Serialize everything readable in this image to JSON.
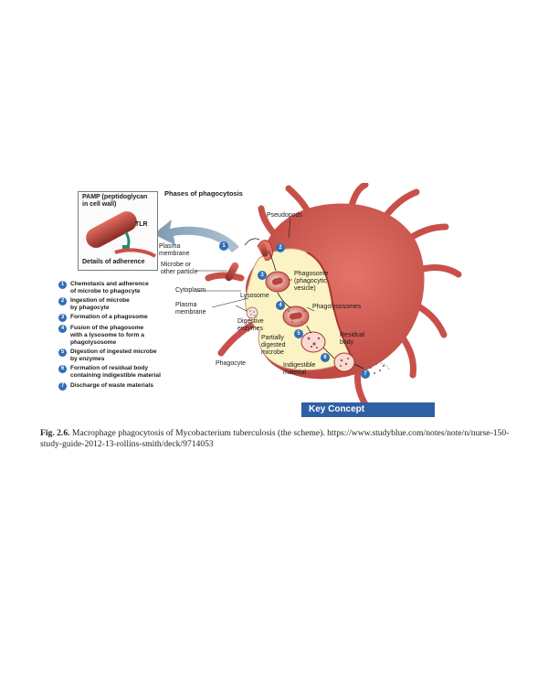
{
  "figure": {
    "title": "Phases of phagocytosis",
    "labels": {
      "pamp": "PAMP (peptidoglycan\nin cell wall)",
      "tlr": "TLR",
      "details": "Details of adherence",
      "plasma_membrane_top": "Plasma\nmembrane",
      "microbe": "Microbe or\nother particle",
      "cytoplasm": "Cytoplasm",
      "plasma_membrane": "Plasma\nmembrane",
      "lysosome": "Lysosome",
      "pseudopods": "Pseudopods",
      "phagosome": "Phagosome\n(phagocytic\nvesicle)",
      "phagolysosomes": "Phagolysosomes",
      "digestive_enzymes": "Digestive\nenzymes",
      "partially_digested": "Partially\ndigested\nmicrobe",
      "residual_body": "Residual\nbody",
      "indigestible": "Indigestible\nmaterial",
      "phagocyte": "Phagocyte"
    },
    "steps": [
      {
        "num": "1",
        "text": "Chemotaxis and adherence\nof microbe to phagocyte"
      },
      {
        "num": "2",
        "text": "Ingestion of microbe\nby phagocyte"
      },
      {
        "num": "3",
        "text": "Formation of a phagosome"
      },
      {
        "num": "4",
        "text": "Fusion of the phagosome\nwith a lysosome to form a\nphagolysosome"
      },
      {
        "num": "5",
        "text": "Digestion of ingested microbe\nby enzymes"
      },
      {
        "num": "6",
        "text": "Formation of residual body\ncontaining indigestible material"
      },
      {
        "num": "7",
        "text": "Discharge of waste materials"
      }
    ],
    "key_concept": "Key Concept"
  },
  "caption": {
    "fig_no": "Fig. 2.6.",
    "text": "Macrophage phagocytosis of Mycobacterium tuberculosis (the scheme). https://www.studyblue.com/notes/note/n/nurse-150-study-guide-2012-13-rollins-smith/deck/9714053"
  },
  "colors": {
    "cell": "#d65a52",
    "cytoplasm": "#fbf3c4",
    "step_badge": "#2f6fb5",
    "key_concept_bg": "#2f5fa4"
  }
}
